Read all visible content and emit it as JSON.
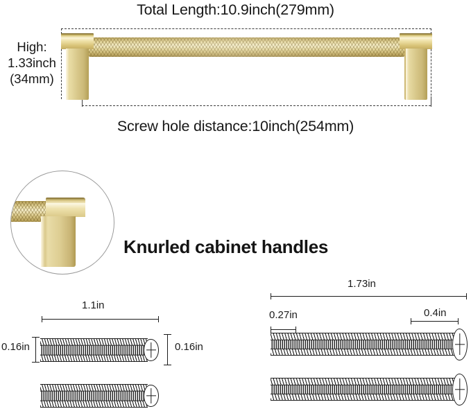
{
  "top": {
    "total_length_label": "Total Length:10.9inch(279mm)",
    "high_label": "High:\n1.33inch\n(34mm)",
    "high_label_lines": [
      "High:",
      "1.33inch",
      "(34mm)"
    ],
    "screw_hole_label": "Screw hole distance:10inch(254mm)"
  },
  "middle": {
    "heading": "Knurled cabinet handles",
    "detail_circle_name": "handle-end-closeup"
  },
  "screws_left": {
    "length_label": "1.1in",
    "diameter_label_left": "0.16in",
    "diameter_label_right": "0.16in"
  },
  "screws_right": {
    "length_label": "1.73in",
    "segment_label_left": "0.27in",
    "segment_label_right": "0.4in"
  },
  "colors": {
    "gold_light": "#f6eec7",
    "gold_mid": "#ddcb8d",
    "gold_dark": "#a68f4d",
    "text": "#181818",
    "dash_line": "#3b3b3b",
    "dim_line": "#1b1b1b",
    "background": "#ffffff"
  }
}
